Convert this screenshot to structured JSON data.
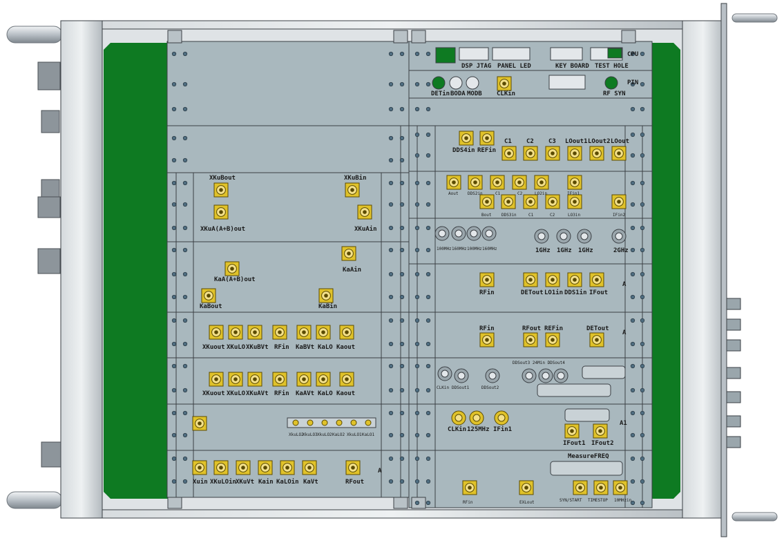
{
  "colors": {
    "panel": "#a9b8be",
    "frame": "#c7ccd0",
    "green": "#0e7a22",
    "connector": "#e0c22a",
    "line": "#3a3f44"
  },
  "top_labels": {
    "dsp_jtag": "DSP JTAG",
    "panel_led": "PANEL LED",
    "key_board": "KEY BOARD",
    "test_hole": "TEST HOLE",
    "cpu": "CPU",
    "detin": "DETin",
    "boda": "BODA",
    "modb": "MODB",
    "clkin": "CLKin",
    "pin": "PIN",
    "rf_syn": "RF SYN"
  },
  "left_labels": {
    "xkubout": "XKuBout",
    "xkubin": "XKuBin",
    "xkua_ab_out": "XKuA(A+B)out",
    "xkuain": "XKuAin",
    "kaain": "KaAin",
    "kaa_ab_out": "KaA(A+B)out",
    "kabout": "KaBout",
    "kabin": "KaBin",
    "row5": [
      "XKuout",
      "XKuLO",
      "XKuBVt",
      "RFin",
      "KaBVt",
      "KaLO",
      "Kaout"
    ],
    "row6": [
      "XKuout",
      "XKuLO",
      "XKuAVt",
      "RFin",
      "KaAVt",
      "KaLO",
      "Kaout"
    ],
    "row7": [
      "XkuLO2",
      "XkuLO3",
      "XkuLO2",
      "KaLO2",
      "XkuLO1",
      "KaLO1"
    ],
    "row8": [
      "Xuin",
      "XKuLOin",
      "XKuVt",
      "Kain",
      "KaLOin",
      "KaVt",
      "RFout"
    ],
    "row8_letter": "A"
  },
  "right_labels": {
    "r1": [
      "DDS4in",
      "REFin",
      "C1",
      "C2",
      "C3",
      "LOout1",
      "LOout2",
      "LOout"
    ],
    "r2_top": [
      "Aout",
      "DDS2in",
      "C1",
      "C2",
      "LO2in",
      "IFin1"
    ],
    "r2_bottom": [
      "Bout",
      "DDS3in",
      "C1",
      "C2",
      "LO3in",
      "IFin2"
    ],
    "r3": [
      "100MHz",
      "160MHz",
      "100MHz",
      "160MHz",
      "1GHz",
      "1GHz",
      "1GHz",
      "2GHz"
    ],
    "r4": [
      "RFin",
      "DETout",
      "LO1in",
      "DDS1in",
      "IFout"
    ],
    "r4_letter": "A",
    "r5_top": [
      "RFin",
      "RFout",
      "REFin",
      "DETout"
    ],
    "r5_letter": "A",
    "r6": [
      "CLKin",
      "DDSout1",
      "DDSout2"
    ],
    "r6_top": "DDSout3 24Min DDSout4",
    "r7": [
      "CLKin",
      "125MHz",
      "IFin1"
    ],
    "r7_out": [
      "IFout1",
      "IFout2"
    ],
    "r7_letter": "A1",
    "r8_title": "MeasureFREQ",
    "r8": [
      "RFin",
      "EXLout",
      "SYN/START",
      "TIMESTOP",
      "10MHzin"
    ]
  }
}
